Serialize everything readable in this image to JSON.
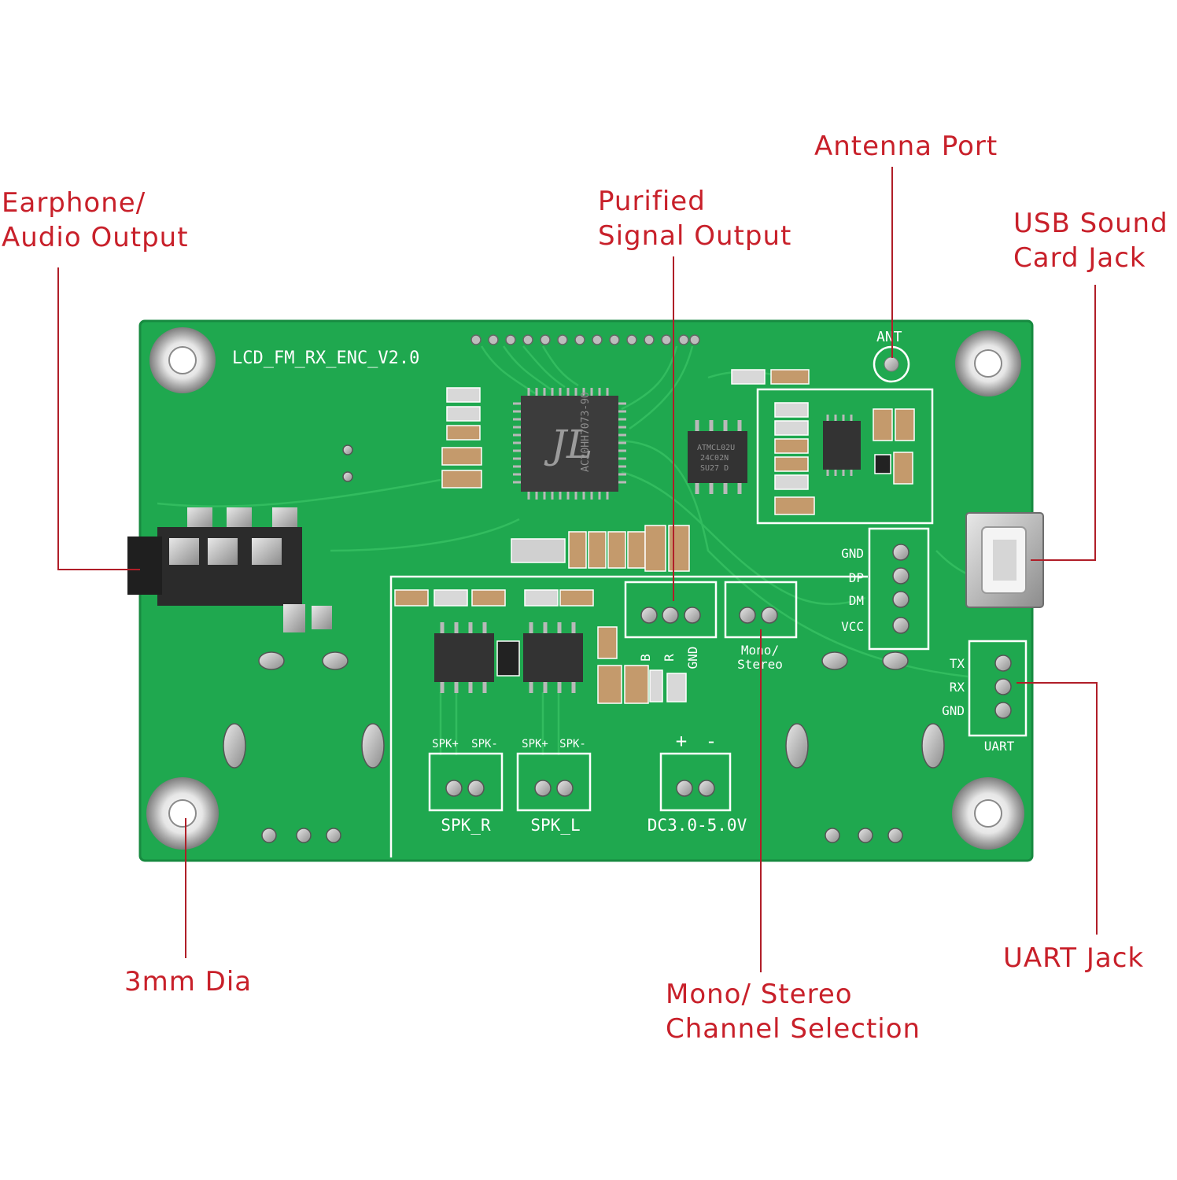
{
  "callouts": {
    "earphone": [
      "Earphone/",
      "Audio Output"
    ],
    "purified": [
      "Purified",
      "Signal Output"
    ],
    "antenna": [
      "Antenna Port"
    ],
    "usb": [
      "USB Sound",
      "Card Jack"
    ],
    "dia": [
      "3mm Dia"
    ],
    "mono": [
      "Mono/ Stereo",
      "Channel Selection"
    ],
    "uart": [
      "UART Jack"
    ]
  },
  "board": {
    "model": "LCD_FM_RX_ENC_V2.0",
    "ant": "ANT",
    "chip_main": "AC20HH7073-90",
    "chip_eeprom": [
      "ATMCL02U",
      "24C02N",
      "SU27 D"
    ],
    "usb_pins": [
      "GND",
      "DP",
      "DM",
      "VCC"
    ],
    "signal_pins": [
      "B",
      "R",
      "GND"
    ],
    "mono_label": [
      "Mono/",
      "Stereo"
    ],
    "uart_pins": [
      "TX",
      "RX",
      "GND"
    ],
    "uart_label": "UART",
    "spk_pins": [
      "SPK+",
      "SPK-"
    ],
    "spk_r": "SPK_R",
    "spk_l": "SPK_L",
    "power_plus": "+",
    "power_minus": "-",
    "power_label": "DC3.0-5.0V"
  },
  "colors": {
    "callout_text": "#c8202a",
    "leader": "#b01e28",
    "pcb": "#1fa84f",
    "silkscreen": "#ffffff"
  }
}
